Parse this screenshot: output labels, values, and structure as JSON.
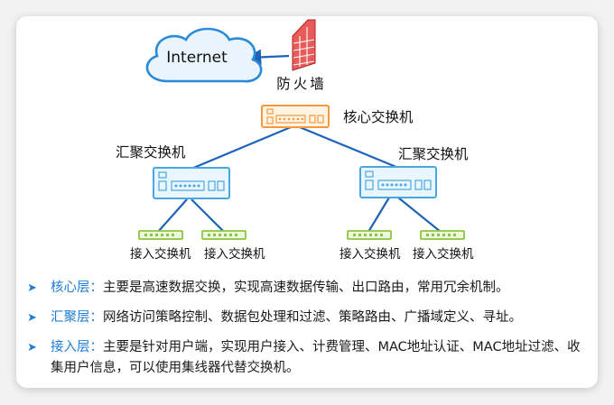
{
  "diagram": {
    "internet_label": "Internet",
    "firewall_label": "防火墙",
    "core_label": "核心交换机",
    "agg_left_label": "汇聚交换机",
    "agg_right_label": "汇聚交换机",
    "access_labels": [
      "接入交换机",
      "接入交换机",
      "接入交换机",
      "接入交换机"
    ],
    "colors": {
      "link": "#1d63b8",
      "core": "#f39a3c",
      "aggregation": "#4aa7df",
      "access": "#8cc63f",
      "cloud": "#2b8ad8",
      "firewall": "#e03a3a"
    }
  },
  "bullets": [
    {
      "term": "核心层：",
      "text": "主要是高速数据交换，实现高速数据传输、出口路由，常用冗余机制。"
    },
    {
      "term": "汇聚层：",
      "text": "网络访问策略控制、数据包处理和过滤、策略路由、广播域定义、寻址。"
    },
    {
      "term": "接入层：",
      "text": "主要是针对用户端，实现用户接入、计费管理、MAC地址认证、MAC地址过滤、收集用户信息，可以使用集线器代替交换机。"
    }
  ],
  "bullet_marker": "➤"
}
